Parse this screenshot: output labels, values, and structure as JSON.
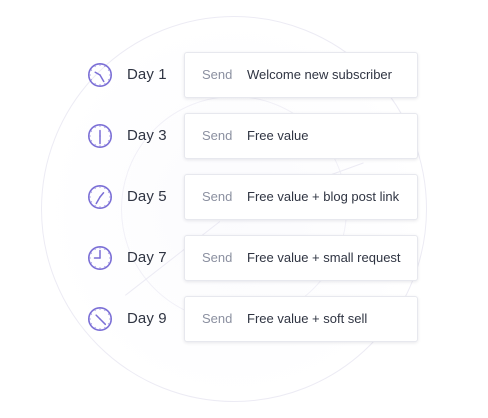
{
  "accent_color": "#7b6fd6",
  "schedule": [
    {
      "day": "Day 1",
      "action": "Send",
      "message": "Welcome new subscriber",
      "icon": "clock-icon",
      "hour_angle": 300,
      "minute_angle": 150
    },
    {
      "day": "Day 3",
      "action": "Send",
      "message": "Free value",
      "icon": "clock-icon",
      "hour_angle": 0,
      "minute_angle": 180
    },
    {
      "day": "Day 5",
      "action": "Send",
      "message": "Free value + blog post link",
      "icon": "clock-icon",
      "hour_angle": 40,
      "minute_angle": 210
    },
    {
      "day": "Day 7",
      "action": "Send",
      "message": "Free value + small request",
      "icon": "clock-icon",
      "hour_angle": 270,
      "minute_angle": 0
    },
    {
      "day": "Day 9",
      "action": "Send",
      "message": "Free value + soft sell",
      "icon": "clock-icon",
      "hour_angle": 315,
      "minute_angle": 135
    }
  ]
}
